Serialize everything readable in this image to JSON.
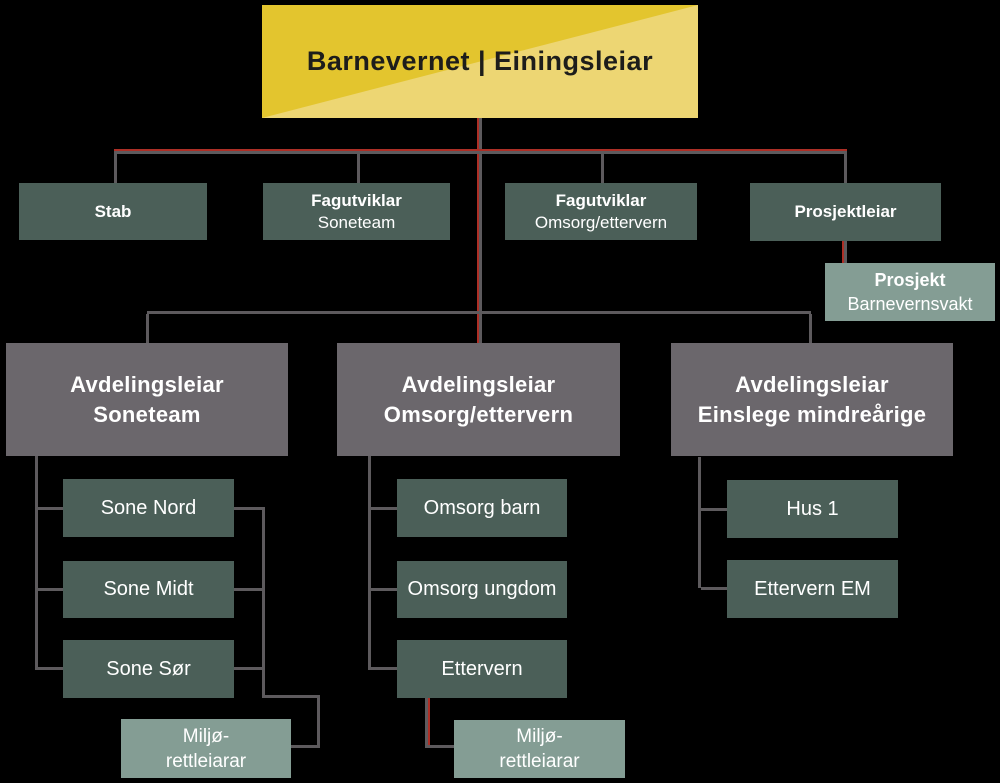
{
  "title": "Barnevernet | Einingsleiar",
  "colors": {
    "background": "#000000",
    "root_yellow_dark": "#e3c52e",
    "root_yellow_light": "#edd673",
    "node_dark_green": "#4b5f58",
    "node_gray": "#6b676c",
    "node_sage": "#849d94",
    "connector_gray": "#5d5a5d",
    "connector_red": "#ad2f26",
    "root_text": "#1d1d1b",
    "node_text": "#ffffff"
  },
  "root_box": {
    "label": "Barnevernet | Einingsleiar"
  },
  "level2": [
    {
      "title": "Stab",
      "subtitle": ""
    },
    {
      "title": "Fagutviklar",
      "subtitle": "Soneteam"
    },
    {
      "title": "Fagutviklar",
      "subtitle": "Omsorg/ettervern"
    },
    {
      "title": "Prosjektleiar",
      "subtitle": ""
    }
  ],
  "prosjekt_box": {
    "title": "Prosjekt",
    "subtitle": "Barnevernsvakt"
  },
  "departments": [
    {
      "line1": "Avdelingsleiar",
      "line2": "Soneteam"
    },
    {
      "line1": "Avdelingsleiar",
      "line2": "Omsorg/ettervern"
    },
    {
      "line1": "Avdelingsleiar",
      "line2": "Einslege mindreårige"
    }
  ],
  "soneteam_units": [
    "Sone Nord",
    "Sone Midt",
    "Sone Sør"
  ],
  "omsorg_units": [
    "Omsorg barn",
    "Omsorg ungdom",
    "Ettervern"
  ],
  "em_units": [
    "Hus 1",
    "Ettervern EM"
  ],
  "miljo_left": {
    "line1": "Miljø-",
    "line2": "rettleiarar"
  },
  "miljo_mid": {
    "line1": "Miljø-",
    "line2": "rettleiarar"
  }
}
